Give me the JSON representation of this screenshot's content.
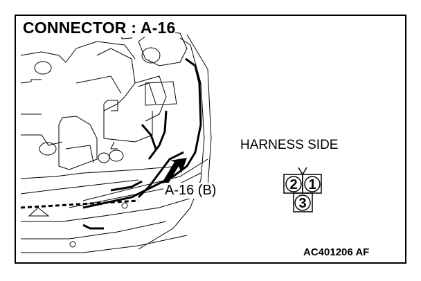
{
  "title": "CONNECTOR : A-16",
  "harness_side_label": "HARNESS SIDE",
  "connector_callout": "A-16 (B)",
  "connector_pins": [
    "2",
    "1",
    "3"
  ],
  "figure_code": "AC401206 AF"
}
